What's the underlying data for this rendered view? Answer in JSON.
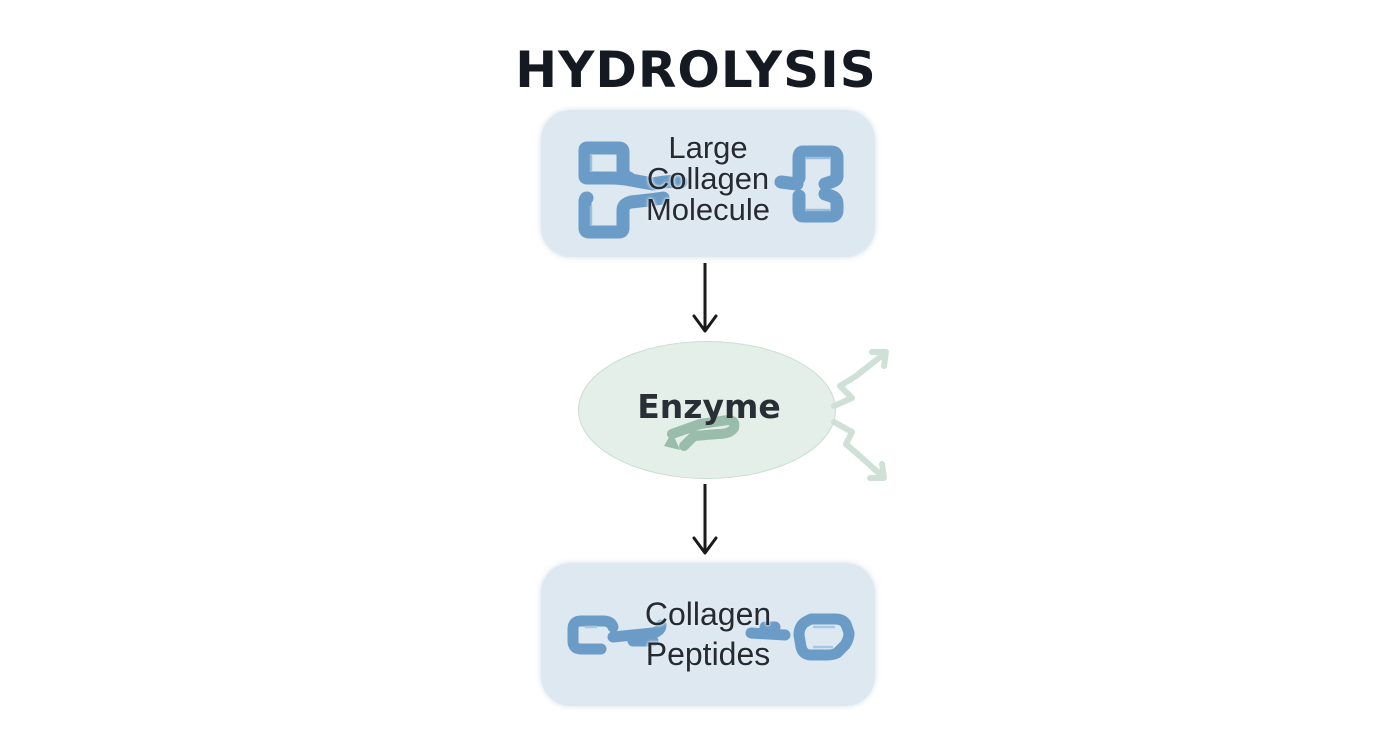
{
  "title": "HYDROLYSIS",
  "nodes": {
    "top": {
      "lines": [
        "Large",
        "Collagen",
        "Molecule"
      ]
    },
    "middle": {
      "label": "Enzyme"
    },
    "bottom": {
      "lines": [
        "Collagen",
        "Peptides"
      ]
    }
  },
  "colors": {
    "title": "#151a22",
    "box_fill": "#dde8f1",
    "chain": "#6b9cc8",
    "enzyme_fill": "#e3efe8",
    "enzyme_glyph": "#8db5a0",
    "arrow": "#1a1a1a",
    "faint_arrow": "#c9d9d1"
  }
}
